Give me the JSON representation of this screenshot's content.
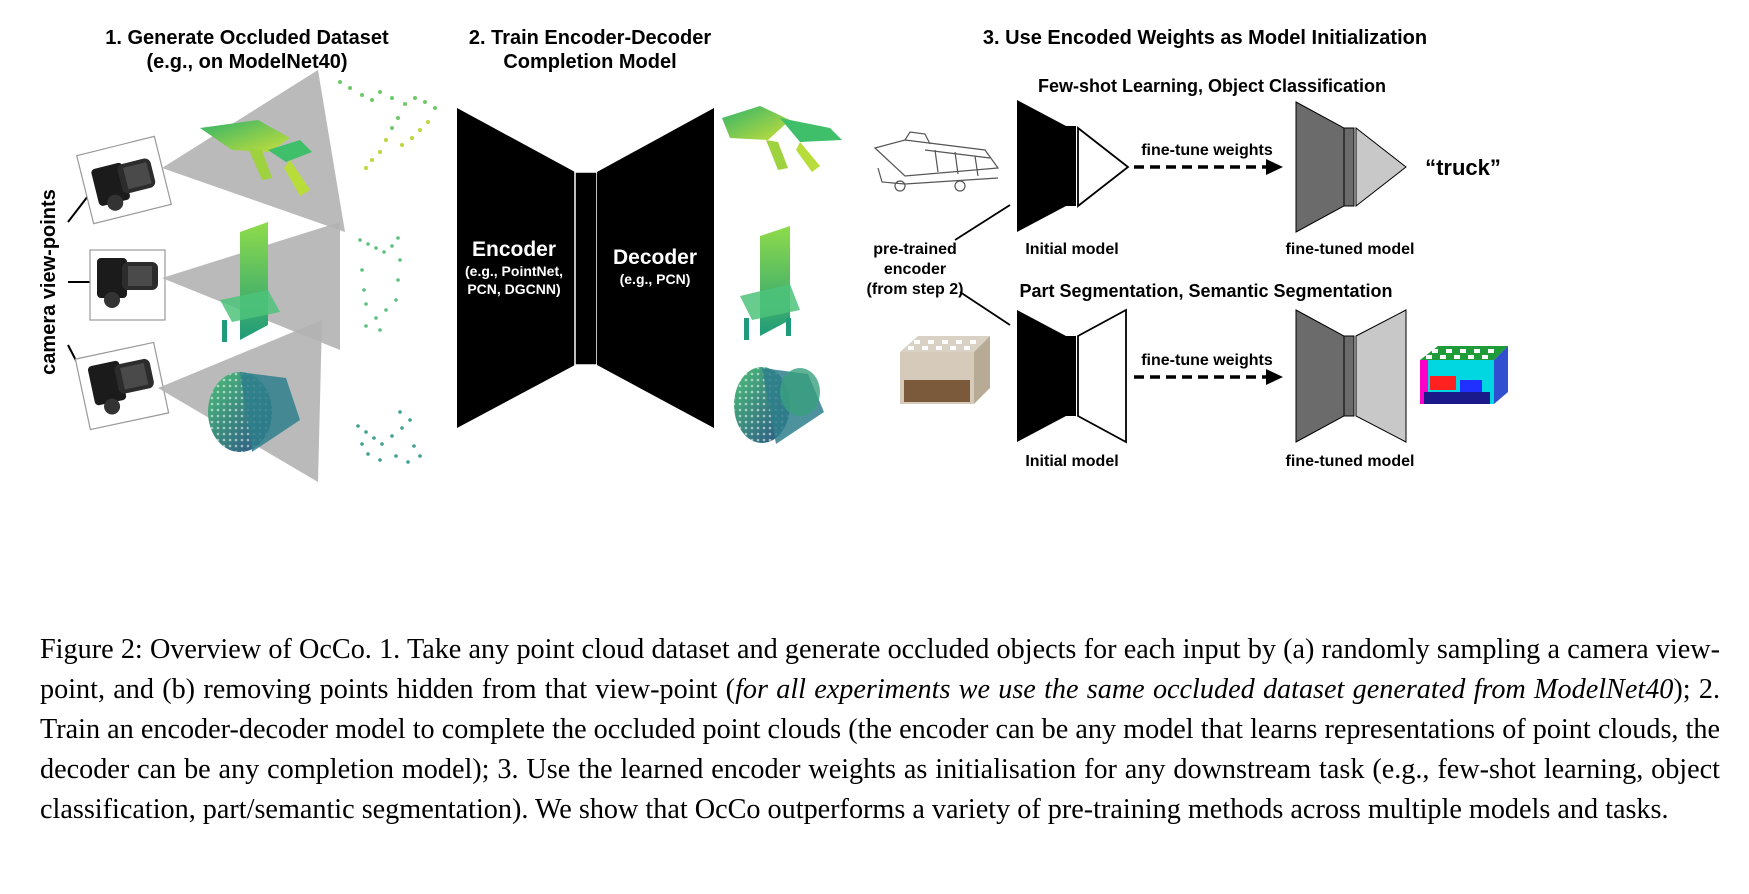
{
  "step1": {
    "title_line1": "1. Generate Occluded Dataset",
    "title_line2": "(e.g., on ModelNet40)",
    "camera_label": "camera view-points"
  },
  "step2": {
    "title_line1": "2. Train Encoder-Decoder",
    "title_line2": "Completion Model",
    "encoder_label": "Encoder",
    "encoder_sub1": "(e.g., PointNet,",
    "encoder_sub2": "PCN, DGCNN)",
    "decoder_label": "Decoder",
    "decoder_sub": "(e.g., PCN)"
  },
  "step3": {
    "title": "3. Use Encoded Weights as Model Initialization",
    "task1_title": "Few-shot Learning, Object Classification",
    "task2_title": "Part Segmentation, Semantic Segmentation",
    "finetune_label_1": "fine-tune weights",
    "finetune_label_2": "fine-tune weights",
    "initial_model_1": "Initial model",
    "initial_model_2": "Initial model",
    "finetuned_model_1": "fine-tuned model",
    "finetuned_model_2": "fine-tuned model",
    "pretrained_line1": "pre-trained",
    "pretrained_line2": "encoder",
    "pretrained_line3": "(from step 2)",
    "output_label": "“truck”"
  },
  "caption": {
    "part1": "Figure 2: Overview of OcCo. 1. Take any point cloud dataset and generate occluded objects for each input by (a) randomly sampling a camera view-point, and (b) removing points hidden from that view-point (",
    "italic": "for all experiments we use the same occluded dataset generated from ModelNet40",
    "part2": "); 2. Train an encoder-decoder model to complete the occluded point clouds (the encoder can be any model that learns representations of point clouds, the decoder can be any completion model); 3. Use the learned encoder weights as initialisation for any downstream task (e.g., few-shot learning, object classification, part/semantic segmentation). We show that OcCo outperforms a variety of pre-training methods across multiple models and tasks."
  },
  "colors": {
    "model_black": "#000000",
    "finetuned_dark": "#6b6b6b",
    "finetuned_light": "#c8c8c8",
    "frustum": "#b3b3b3",
    "cloud_green": "#3fbf6a",
    "cloud_teal": "#2a8f8a",
    "cloud_blue": "#2e5f8f"
  }
}
